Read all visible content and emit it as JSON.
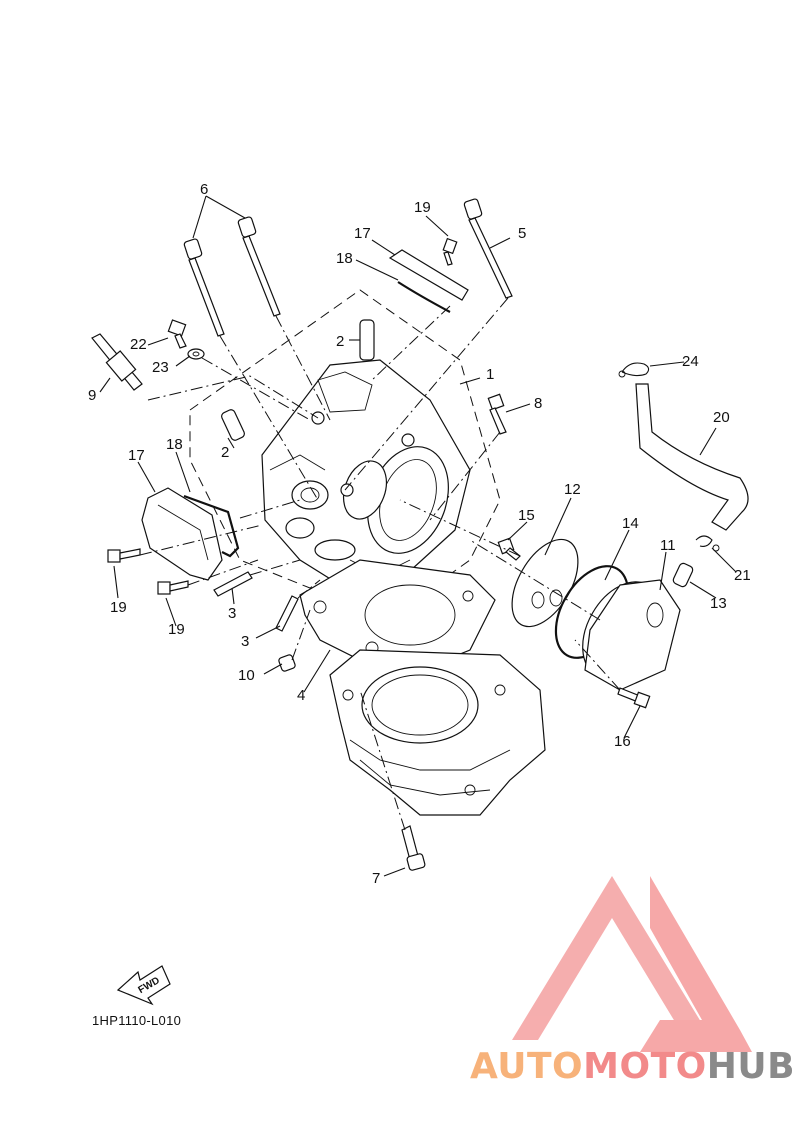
{
  "diagram": {
    "code": "1HP1110-L010",
    "fwd_text": "FWD",
    "labels": {
      "p1": "1",
      "p2a": "2",
      "p2b": "2",
      "p3a": "3",
      "p3b": "3",
      "p4": "4",
      "p5": "5",
      "p6": "6",
      "p7": "7",
      "p8": "8",
      "p9": "9",
      "p10": "10",
      "p11": "11",
      "p12": "12",
      "p13": "13",
      "p14": "14",
      "p15": "15",
      "p16": "16",
      "p17a": "17",
      "p17b": "17",
      "p18a": "18",
      "p18b": "18",
      "p19a": "19",
      "p19b": "19",
      "p19c": "19",
      "p20": "20",
      "p21": "21",
      "p22": "22",
      "p23": "23",
      "p24": "24"
    }
  },
  "watermark": {
    "text_part1": "AUTO",
    "text_part2": "MOTO",
    "text_part3": "HUB",
    "color_part1": "#f7b27a",
    "color_part2": "#f28a8a",
    "color_part3": "#8a8a8a",
    "logo_color": "#f28a8a"
  }
}
